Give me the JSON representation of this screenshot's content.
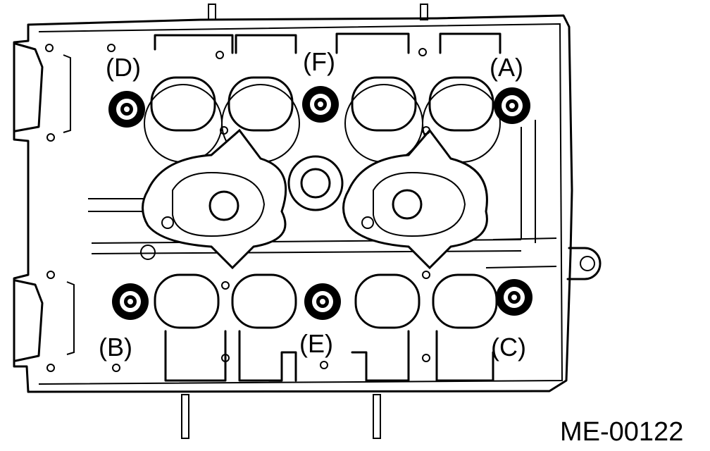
{
  "labels": {
    "A": "(A)",
    "B": "(B)",
    "C": "(C)",
    "D": "(D)",
    "E": "(E)",
    "F": "(F)"
  },
  "figure_code": "ME-00122",
  "colors": {
    "line": "#000000",
    "background": "#ffffff"
  }
}
